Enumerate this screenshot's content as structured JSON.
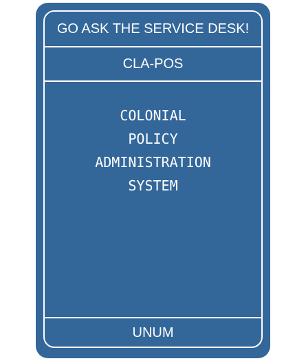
{
  "card": {
    "background": "#336699",
    "text_color": "#ffffff",
    "header": "GO ASK THE SERVICE DESK!",
    "code": "CLA-POS",
    "system_name_lines": [
      "COLONIAL",
      "POLICY",
      "ADMINISTRATION",
      "SYSTEM"
    ],
    "footer": "UNUM"
  }
}
